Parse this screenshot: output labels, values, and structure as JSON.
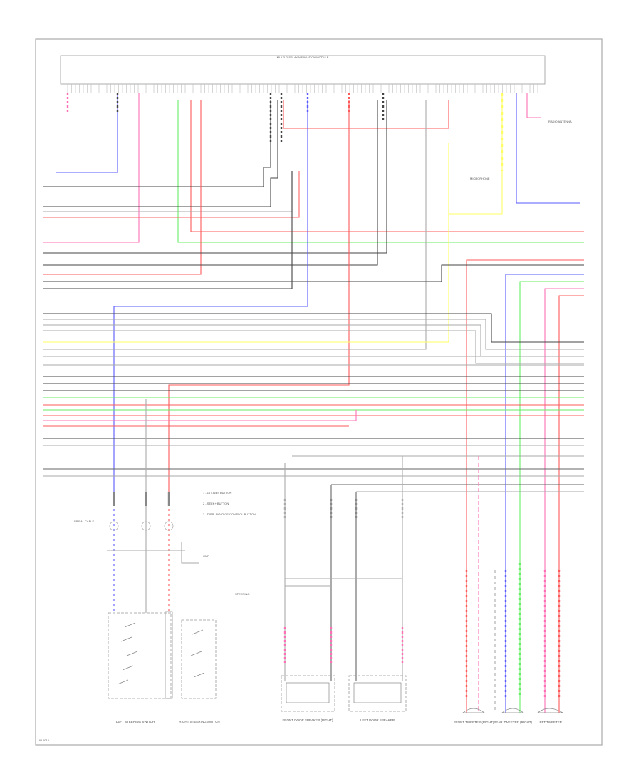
{
  "header": {
    "module_title": "MULTI DISPLAY/NAVIGATION MODULE"
  },
  "labels": {
    "legend_1": "1 - 10 LINES BUTTON",
    "legend_2": "2 - SEEK+ BUTTON",
    "legend_3": "3 - DISPLAY/VOICE CONTROL BUTTON",
    "switch_box_left": "LEFT STEERING SWITCH",
    "switch_box_right": "RIGHT STEERING SWITCH",
    "spiral_cable": "SPIRAL CABLE",
    "steering_text": "STEERING",
    "speaker_1": "FRONT DOOR SPEAKER (RIGHT)",
    "speaker_2": "LEFT DOOR SPEAKER",
    "tweeter_1": "FRONT TWEETER (RIGHT)",
    "tweeter_2": "REAR TWEETER (RIGHT)",
    "tweeter_3": "LEFT TWEETER",
    "mic_label": "MICROPHONE",
    "ant_label": "RADIO ANTENNA",
    "ground_label": "GND",
    "footer_code": "W-0016"
  },
  "colors": {
    "red": "#ff5a5a",
    "pink": "#ff6fb6",
    "blue": "#5a5aff",
    "green": "#66ee66",
    "yellow": "#ffff66",
    "black": "#444444",
    "gray": "#aaaaaa",
    "frame": "#999999"
  }
}
